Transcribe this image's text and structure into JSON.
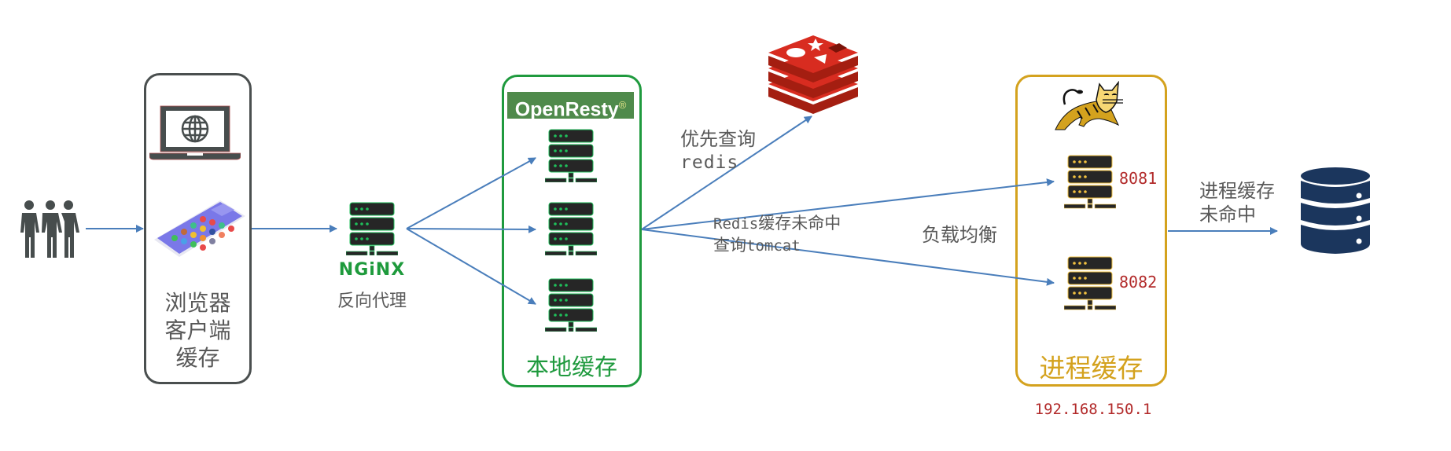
{
  "diagram": {
    "client": {
      "users_icon": "users-icon",
      "box_label_lines": [
        "浏览器",
        "客户端",
        "缓存"
      ],
      "laptop_icon": "laptop-globe-icon",
      "phone_icon": "smartphone-icon"
    },
    "nginx": {
      "logo_text": "NGiNX",
      "label": "反向代理",
      "server_icon": "server-rack-icon"
    },
    "openresty": {
      "banner": "OpenResty",
      "banner_mark": "®",
      "label": "本地缓存",
      "servers": 3
    },
    "redis": {
      "icon": "redis-logo-icon",
      "edge_label_line1": "优先查询",
      "edge_label_line2": "redis"
    },
    "redis_miss": {
      "line1_mono": "Redis",
      "line1_cjk": "缓存未命中",
      "line2_cjk": "查询",
      "line2_mono": "tomcat"
    },
    "load_balance_label": "负载均衡",
    "tomcat": {
      "icon": "tomcat-logo-icon",
      "servers": [
        {
          "port": "8081"
        },
        {
          "port": "8082"
        }
      ],
      "label": "进程缓存",
      "ip": "192.168.150.1"
    },
    "db_edge": {
      "line1": "进程缓存",
      "line2": "未命中"
    },
    "database": {
      "icon": "database-icon"
    },
    "colors": {
      "arrow": "#4a7ebb",
      "client_border": "#4a4f4f",
      "openresty_green": "#1f9a3e",
      "tomcat_gold": "#d4a21e",
      "port_red": "#b22a2a",
      "db_navy": "#1b365d",
      "redis_red": "#d82c20"
    }
  }
}
